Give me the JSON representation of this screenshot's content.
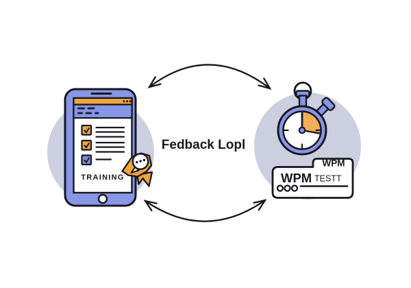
{
  "center": {
    "label": "Fedback Lopl"
  },
  "phone": {
    "screen_label": "TRAINING",
    "checklist": [
      {
        "checked": true,
        "checkbox_color": "orange",
        "line_count": 3
      },
      {
        "checked": true,
        "checkbox_color": "orange",
        "line_count": 3
      },
      {
        "checked": true,
        "checkbox_color": "blue",
        "line_count": 1
      }
    ]
  },
  "stopwatch": {
    "dial_sector_degrees": 100
  },
  "wpm_panel": {
    "tab_label": "WPM",
    "title": "WPM",
    "subtitle": "TESTT",
    "dot_count": 3
  },
  "colors": {
    "periwinkle": "#8796e6",
    "checkbox_blue": "#7e90e0",
    "orange": "#f2a43c",
    "wedge_orange": "#f4ad57",
    "circle_bg": "#cbcfe0",
    "outline": "#17171f",
    "white": "#ffffff"
  }
}
